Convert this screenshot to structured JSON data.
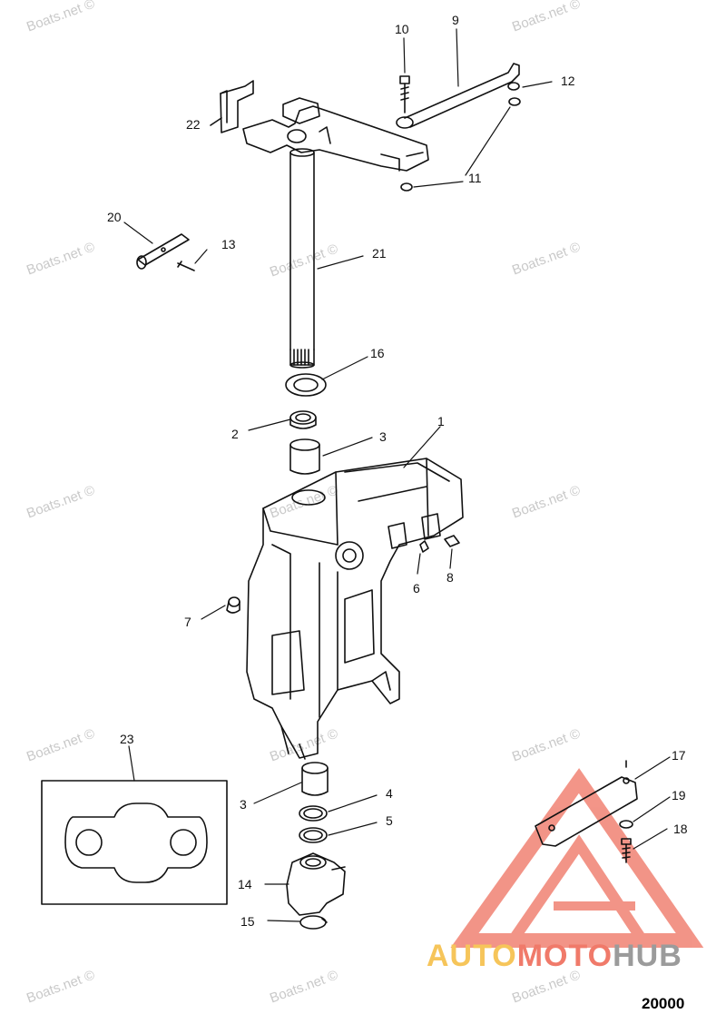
{
  "watermark": "Boats.net ©",
  "figure_number": "20000",
  "logo": {
    "part1": "AUTO",
    "part2": "MOTO",
    "part3": "HUB"
  },
  "callouts": {
    "c1": "1",
    "c2": "2",
    "c3a": "3",
    "c3b": "3",
    "c4": "4",
    "c5": "5",
    "c6": "6",
    "c7": "7",
    "c8": "8",
    "c9": "9",
    "c10": "10",
    "c11": "11",
    "c12": "12",
    "c13": "13",
    "c14": "14",
    "c15": "15",
    "c16": "16",
    "c17": "17",
    "c18": "18",
    "c19": "19",
    "c20": "20",
    "c21": "21",
    "c22": "22",
    "c23": "23"
  },
  "colors": {
    "line": "#111111",
    "watermark": "#c9c9c9",
    "logo_red": "#f07a6a",
    "logo_yellow": "#f6c55a",
    "logo_gray": "#9b9b9b"
  }
}
